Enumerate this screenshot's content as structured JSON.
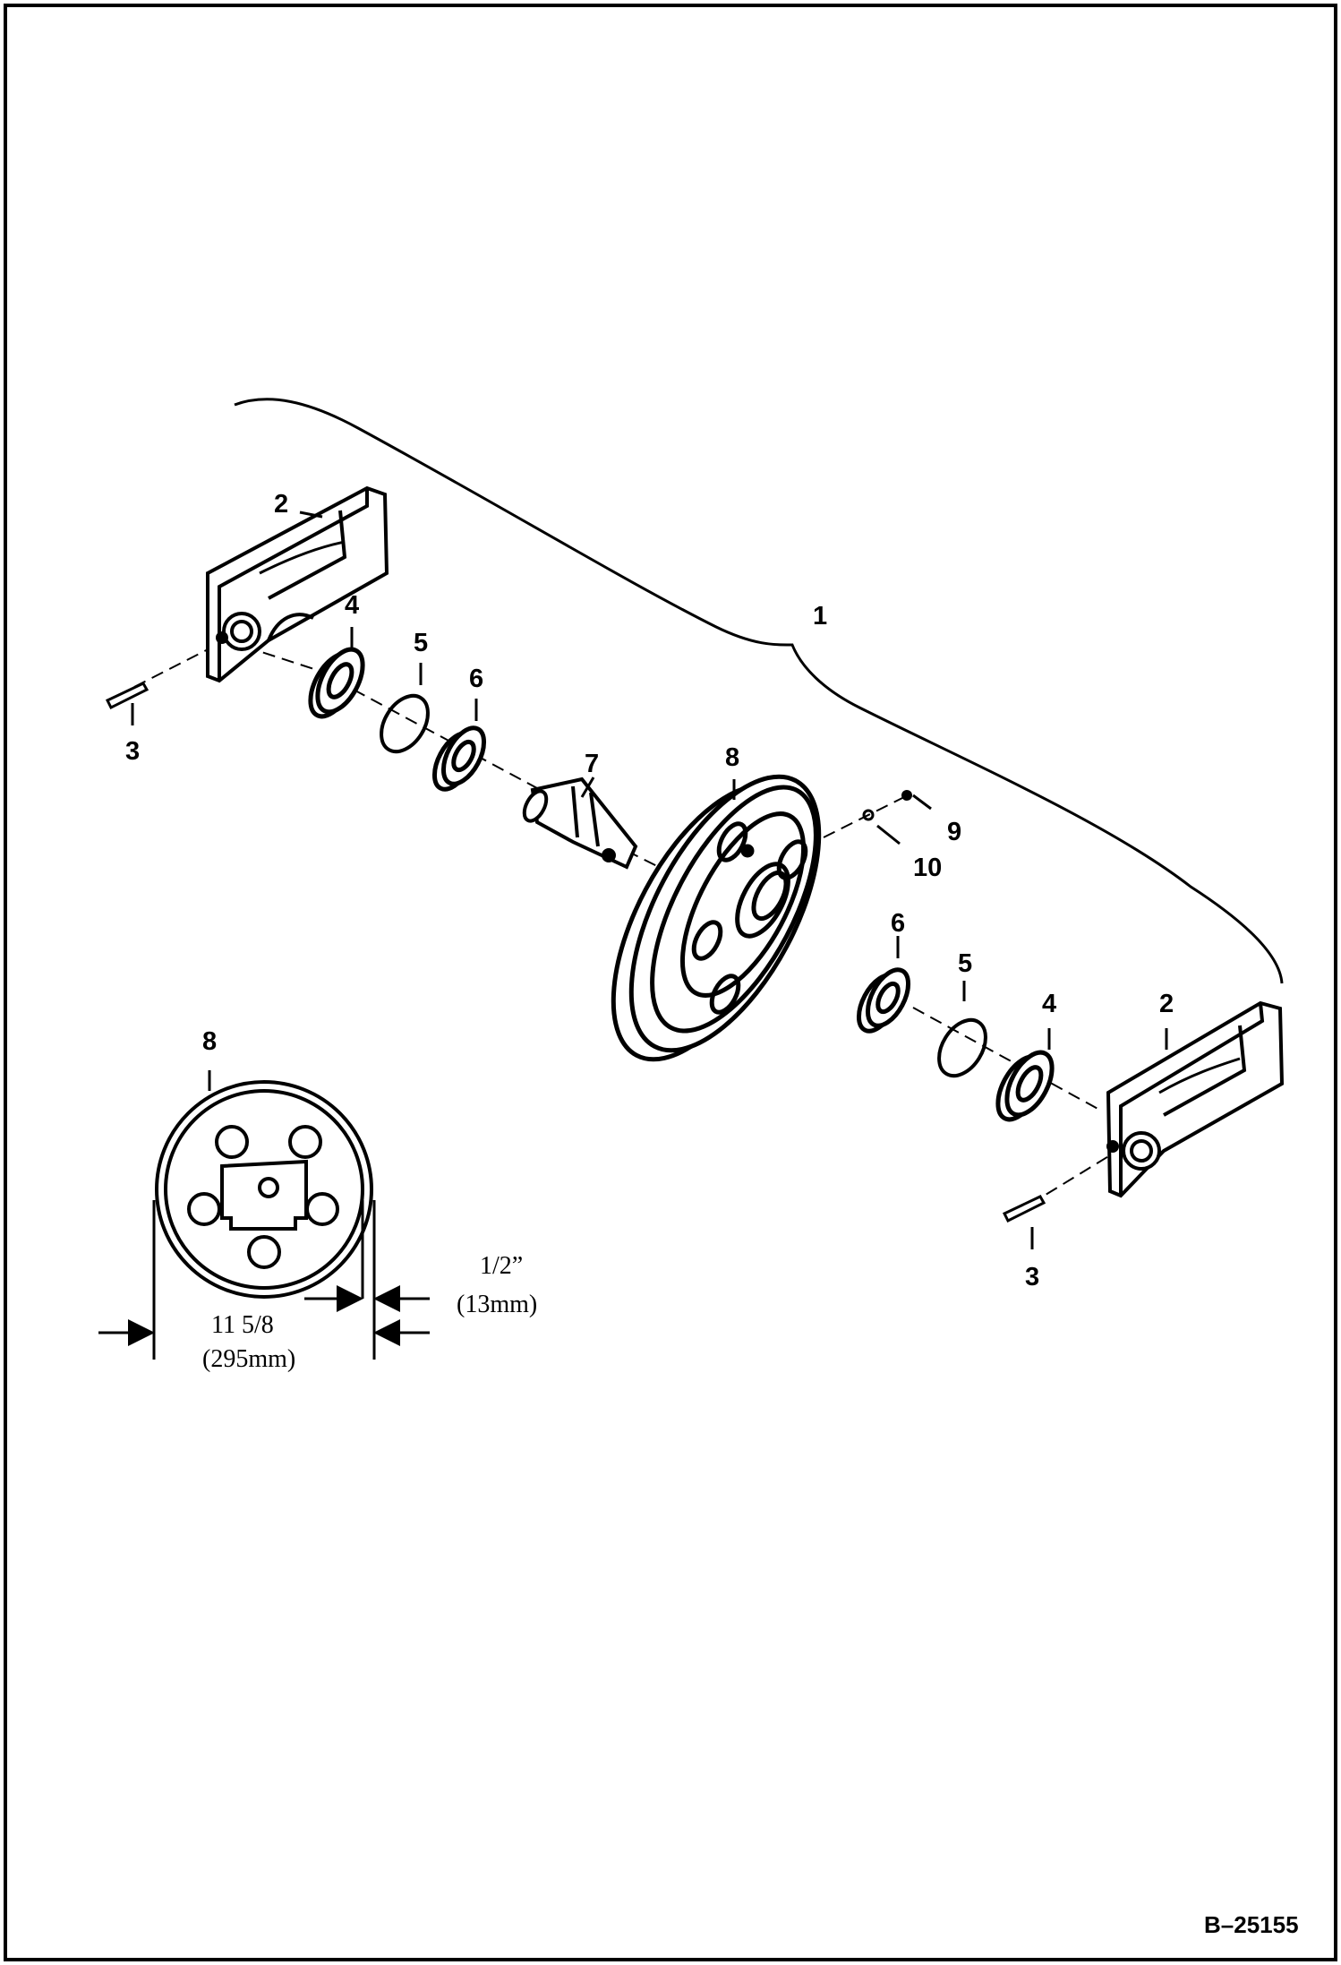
{
  "callouts": {
    "assembly": "1",
    "bracket_left": "2",
    "pin_left": "3",
    "seal_left": "4",
    "oring_left": "5",
    "bearing_left": "6",
    "shaft": "7",
    "idler_wheel": "8",
    "plug": "9",
    "oring_small": "10",
    "bearing_right": "6",
    "oring_right": "5",
    "seal_right": "4",
    "bracket_right": "2",
    "pin_right": "3",
    "idler_detail": "8"
  },
  "dimensions": {
    "wear_limit_inch": "1/2”",
    "wear_limit_mm": "(13mm)",
    "diameter_inch": "11 5/8",
    "diameter_mm": "(295mm)"
  },
  "reference_code": "B–25155"
}
